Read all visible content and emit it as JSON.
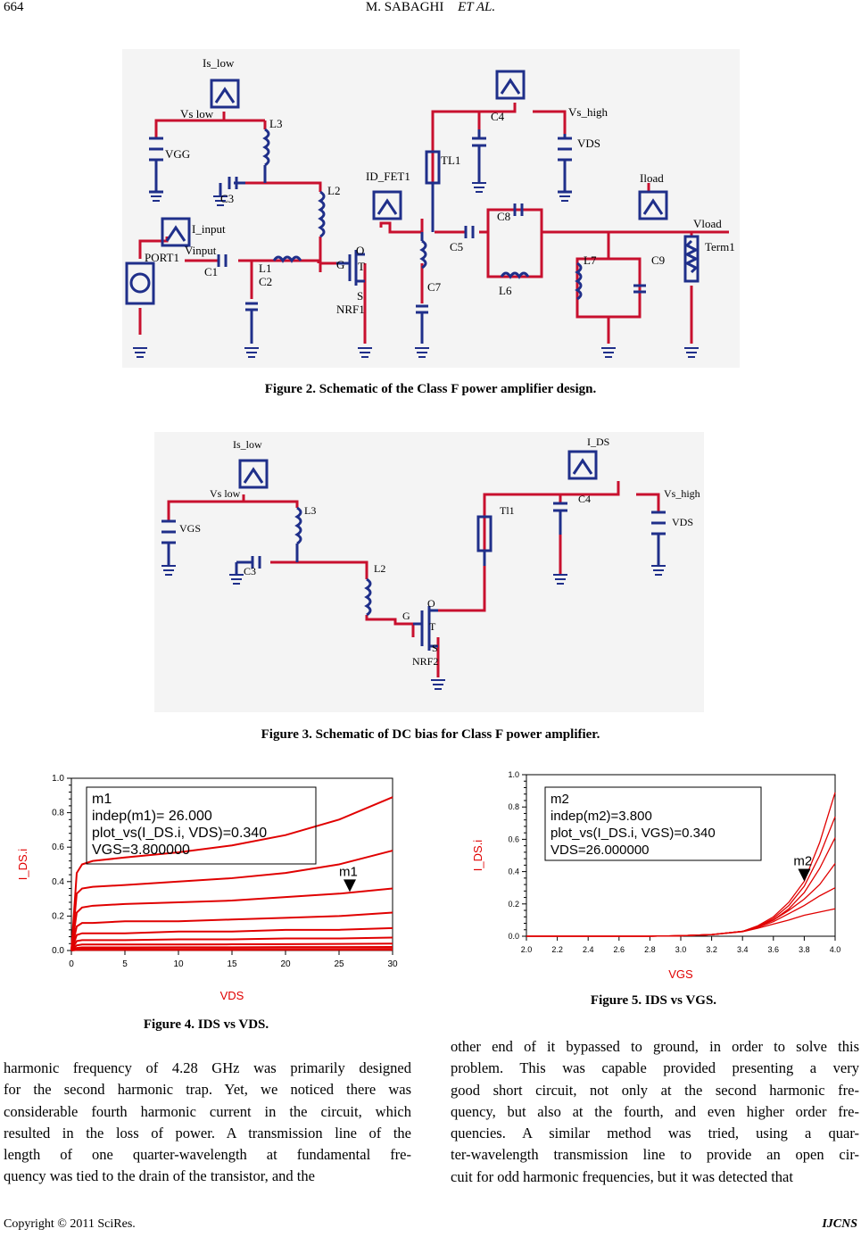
{
  "header": {
    "page_number": "664",
    "authors": "M. SABAGHI",
    "et_al": "ET AL."
  },
  "figure2": {
    "caption": "Figure 2. Schematic of the Class F power amplifier design.",
    "labels": {
      "is_low": "Is_low",
      "vs_low": "Vs low",
      "l3": "L3",
      "vgg": "VGG",
      "c3": "C3",
      "l2": "L2",
      "i_input": "I_input",
      "vinput": "Vinput",
      "port1": "PORT1",
      "c1": "C1",
      "l1": "L1",
      "c2": "C2",
      "id_fet1": "ID_FET1",
      "o": "O",
      "g": "G",
      "t": "T",
      "s": "S",
      "nrf1": "NRF1",
      "tl1": "TL1",
      "c4": "C4",
      "vs_high": "Vs_high",
      "vds": "VDS",
      "c5": "C5",
      "c7": "C7",
      "c8": "C8",
      "l6": "L6",
      "iload": "Iload",
      "vload": "Vload",
      "l7": "L7",
      "c9": "C9",
      "term1": "Term1"
    }
  },
  "figure3": {
    "caption": "Figure 3. Schematic of DC bias for Class F power amplifier.",
    "labels": {
      "is_low": "Is_low",
      "vs_low": "Vs low",
      "l3": "L3",
      "vgs": "VGS",
      "c3": "C3",
      "l2": "L2",
      "i_ds": "I_DS",
      "tl1": "Tl1",
      "c4": "C4",
      "vs_high": "Vs_high",
      "vds": "VDS",
      "o": "O",
      "g": "G",
      "t": "T",
      "s": "S",
      "nrf2": "NRF2"
    }
  },
  "figure4": {
    "caption": "Figure 4. IDS vs VDS.",
    "marker_label": "m1",
    "marker_box": [
      "m1",
      "indep(m1)= 26.000",
      "plot_vs(I_DS.i, VDS)=0.340",
      "VGS=3.800000"
    ],
    "chart_data": {
      "type": "line",
      "xlabel": "VDS",
      "ylabel": "I_DS.i",
      "xlim": [
        0,
        30
      ],
      "ylim": [
        0,
        1.0
      ],
      "x_ticks": [
        "0",
        "5",
        "10",
        "15",
        "20",
        "25",
        "30"
      ],
      "y_ticks": [
        "0.0",
        "0.2",
        "0.4",
        "0.6",
        "0.8",
        "1.0"
      ],
      "x": [
        0,
        0.5,
        1,
        2,
        5,
        10,
        15,
        20,
        25,
        30
      ],
      "series": [
        {
          "values": [
            0,
            0.45,
            0.5,
            0.52,
            0.54,
            0.57,
            0.61,
            0.67,
            0.76,
            0.89
          ]
        },
        {
          "values": [
            0,
            0.33,
            0.36,
            0.37,
            0.38,
            0.4,
            0.42,
            0.45,
            0.5,
            0.58
          ]
        },
        {
          "values": [
            0,
            0.22,
            0.25,
            0.26,
            0.27,
            0.28,
            0.29,
            0.31,
            0.33,
            0.36
          ]
        },
        {
          "values": [
            0,
            0.14,
            0.16,
            0.16,
            0.17,
            0.17,
            0.18,
            0.19,
            0.2,
            0.22
          ]
        },
        {
          "values": [
            0,
            0.09,
            0.1,
            0.1,
            0.1,
            0.11,
            0.11,
            0.12,
            0.12,
            0.13
          ]
        },
        {
          "values": [
            0,
            0.055,
            0.06,
            0.06,
            0.06,
            0.065,
            0.065,
            0.07,
            0.07,
            0.075
          ]
        },
        {
          "values": [
            0,
            0.03,
            0.035,
            0.035,
            0.035,
            0.035,
            0.036,
            0.037,
            0.038,
            0.04
          ]
        },
        {
          "values": [
            0,
            0.015,
            0.018,
            0.018,
            0.018,
            0.019,
            0.019,
            0.02,
            0.02,
            0.021
          ]
        },
        {
          "values": [
            0,
            0.007,
            0.008,
            0.008,
            0.008,
            0.008,
            0.009,
            0.009,
            0.009,
            0.01
          ]
        },
        {
          "values": [
            0,
            0.003,
            0.003,
            0.003,
            0.003,
            0.003,
            0.003,
            0.004,
            0.004,
            0.004
          ]
        }
      ],
      "marker": {
        "x": 26,
        "y": 0.34
      }
    }
  },
  "figure5": {
    "caption": "Figure 5. IDS vs VGS.",
    "marker_label": "m2",
    "marker_box": [
      "m2",
      "indep(m2)=3.800",
      "plot_vs(I_DS.i, VGS)=0.340",
      "VDS=26.000000"
    ],
    "chart_data": {
      "type": "line",
      "xlabel": "VGS",
      "ylabel": "I_DS.i",
      "xlim": [
        2.0,
        4.0
      ],
      "ylim": [
        0,
        1.0
      ],
      "x_ticks": [
        "2.0",
        "2.2",
        "2.4",
        "2.6",
        "2.8",
        "3.0",
        "3.2",
        "3.4",
        "3.6",
        "3.8",
        "4.0"
      ],
      "y_ticks": [
        "0.0",
        "0.2",
        "0.4",
        "0.6",
        "0.8",
        "1.0"
      ],
      "x": [
        2.0,
        2.8,
        3.0,
        3.2,
        3.4,
        3.5,
        3.6,
        3.7,
        3.8,
        3.9,
        4.0
      ],
      "series": [
        {
          "values": [
            0,
            0,
            0.003,
            0.01,
            0.03,
            0.06,
            0.1,
            0.17,
            0.27,
            0.42,
            0.61
          ]
        },
        {
          "values": [
            0,
            0,
            0.003,
            0.01,
            0.03,
            0.06,
            0.11,
            0.19,
            0.31,
            0.5,
            0.74
          ]
        },
        {
          "values": [
            0,
            0,
            0.003,
            0.01,
            0.03,
            0.065,
            0.12,
            0.21,
            0.34,
            0.58,
            0.89
          ]
        },
        {
          "values": [
            0,
            0,
            0.003,
            0.01,
            0.03,
            0.06,
            0.1,
            0.16,
            0.23,
            0.32,
            0.45
          ]
        },
        {
          "values": [
            0,
            0,
            0.003,
            0.01,
            0.03,
            0.055,
            0.09,
            0.14,
            0.19,
            0.25,
            0.3
          ]
        },
        {
          "values": [
            0,
            0,
            0.003,
            0.01,
            0.028,
            0.05,
            0.075,
            0.1,
            0.13,
            0.15,
            0.17
          ]
        }
      ],
      "marker": {
        "x": 3.8,
        "y": 0.34
      }
    }
  },
  "left_column_lines": [
    "harmonic frequency of 4.28 GHz was primarily designed",
    "for the second harmonic trap. Yet, we noticed there was",
    "considerable fourth harmonic current in the circuit, which",
    "resulted in the loss of power. A transmission line of the",
    "length of one quarter-wavelength at fundamental fre-",
    "quency was tied to the drain of the transistor, and the"
  ],
  "right_column_lines": [
    "other end of it bypassed to ground, in order to solve this",
    "problem. This was capable provided presenting a very",
    "good short circuit, not only at the second harmonic fre-",
    "quency, but also at the fourth, and even higher order fre-",
    "quencies. A similar method was tried, using a quar-",
    "ter-wavelength transmission line to provide an open cir-",
    "cuit for odd harmonic frequencies, but it was detected that"
  ],
  "footer": {
    "copyright": "Copyright © 2011 SciRes.",
    "journal": "IJCNS"
  }
}
